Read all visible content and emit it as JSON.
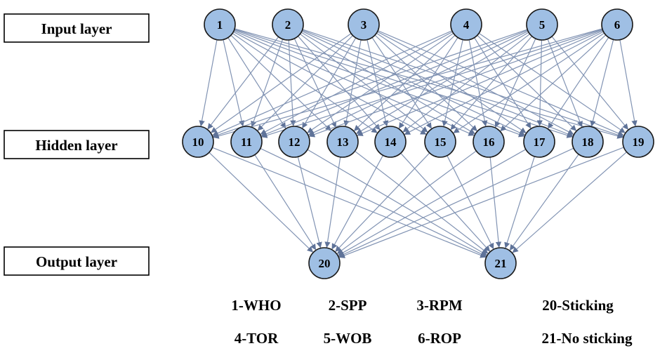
{
  "layers": [
    {
      "label": "Input layer",
      "nodes": [
        "1",
        "2",
        "3",
        "4",
        "5",
        "6"
      ]
    },
    {
      "label": "Hidden layer",
      "nodes": [
        "10",
        "11",
        "12",
        "13",
        "14",
        "15",
        "16",
        "17",
        "18",
        "19"
      ]
    },
    {
      "label": "Output layer",
      "nodes": [
        "20",
        "21"
      ]
    }
  ],
  "connectivity": "fully-connected",
  "legend": [
    [
      "1-WHO",
      "2-SPP",
      "3-RPM",
      "20-Sticking"
    ],
    [
      "4-TOR",
      "5-WOB",
      "6-ROP",
      "21-No sticking"
    ]
  ],
  "colors": {
    "node_fill": "#9fbfe4",
    "edge": "#8193b3",
    "arrowhead": "#5f7399"
  }
}
